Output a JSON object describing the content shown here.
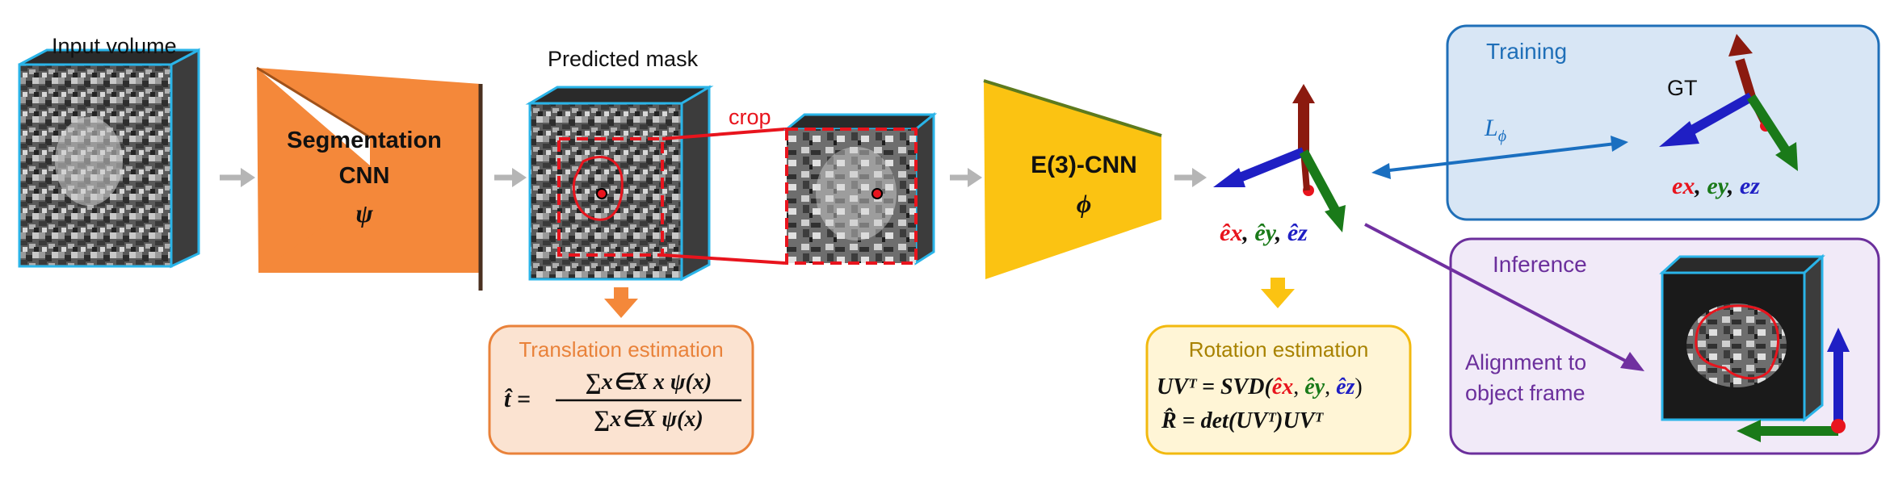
{
  "labels": {
    "input_volume": "Input volume",
    "predicted_mask": "Predicted mask",
    "crop": "crop",
    "seg_cnn_line1": "Segmentation",
    "seg_cnn_line2": "CNN",
    "seg_cnn_symbol": "ψ",
    "e3_cnn": "E(3)-CNN",
    "e3_symbol": "ϕ",
    "gt": "GT",
    "training": "Training",
    "inference": "Inference",
    "alignment_line1": "Alignment to",
    "alignment_line2": "object frame",
    "translation_title": "Translation estimation",
    "rotation_title": "Rotation estimation",
    "loss_L": "L",
    "loss_sub": "ϕ"
  },
  "translation_formula": {
    "lhs": "t̂ =",
    "numerator": "∑x∈X x ψ(x)",
    "denominator": "∑x∈X ψ(x)"
  },
  "rotation_formula": {
    "line1_lhs": "UVᵀ = SVD(",
    "line2": "R̂ = det(UVᵀ)UVᵀ"
  },
  "axes_hat": {
    "x": "êx",
    "y": "êy",
    "z": "êz"
  },
  "axes_gt": {
    "x": "ex",
    "y": "ey",
    "z": "ez"
  },
  "colors": {
    "orange": "#f4883a",
    "yellow": "#fbc312",
    "cube_edge": "#2ab4e8",
    "red": "#e8141d",
    "green": "#1a7a19",
    "blue": "#1f1fc4",
    "dark_red": "#8b1a0f",
    "training_bg": "#d8e6f5",
    "training_border": "#1f6fb8",
    "inference_bg": "#f1eaf8",
    "inference_border": "#6b2f9c",
    "translation_bg": "#fbe3d1",
    "translation_border": "#e9823a",
    "rotation_bg": "#fff5d6",
    "rotation_border": "#f2b90f",
    "gray_arrow": "#b5b5b5",
    "purple_arrow": "#7030a0",
    "blue_arrow": "#1a6fc0"
  }
}
